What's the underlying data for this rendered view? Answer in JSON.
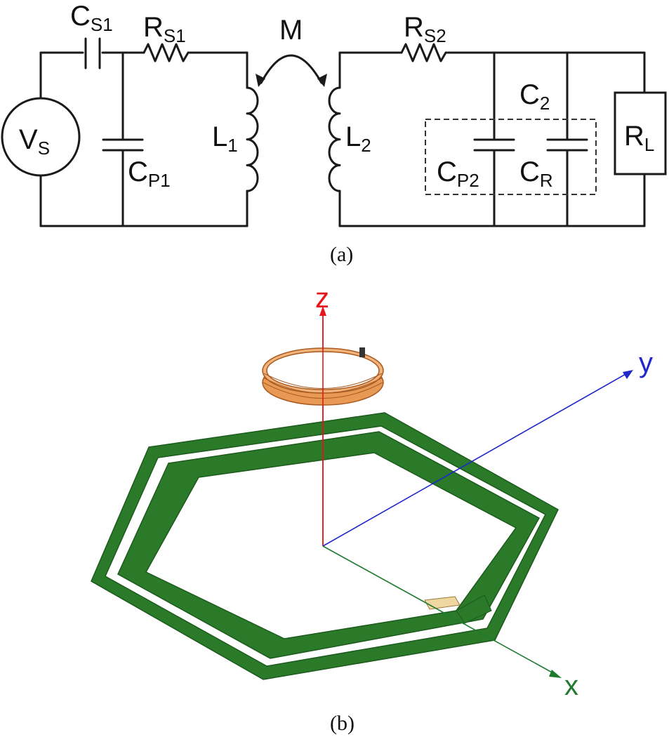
{
  "circuit": {
    "source": {
      "main": "V",
      "sub": "S"
    },
    "cs1": {
      "main": "C",
      "sub": "S1"
    },
    "rs1": {
      "main": "R",
      "sub": "S1"
    },
    "cp1": {
      "main": "C",
      "sub": "P1"
    },
    "l1": {
      "main": "L",
      "sub": "1"
    },
    "mutual": "M",
    "l2": {
      "main": "L",
      "sub": "2"
    },
    "rs2": {
      "main": "R",
      "sub": "S2"
    },
    "c2": {
      "main": "C",
      "sub": "2"
    },
    "cp2": {
      "main": "C",
      "sub": "P2"
    },
    "cr": {
      "main": "C",
      "sub": "R"
    },
    "rl": {
      "main": "R",
      "sub": "L"
    },
    "caption": "(a)"
  },
  "model": {
    "axes": {
      "z": "z",
      "y": "y",
      "x": "x"
    },
    "colors": {
      "z_axis": "#e8141a",
      "y_axis": "#1f28c8",
      "x_axis": "#1e7b2e",
      "pad": "#2a7a2a",
      "coil": "#e89a55"
    },
    "caption": "(b)"
  }
}
